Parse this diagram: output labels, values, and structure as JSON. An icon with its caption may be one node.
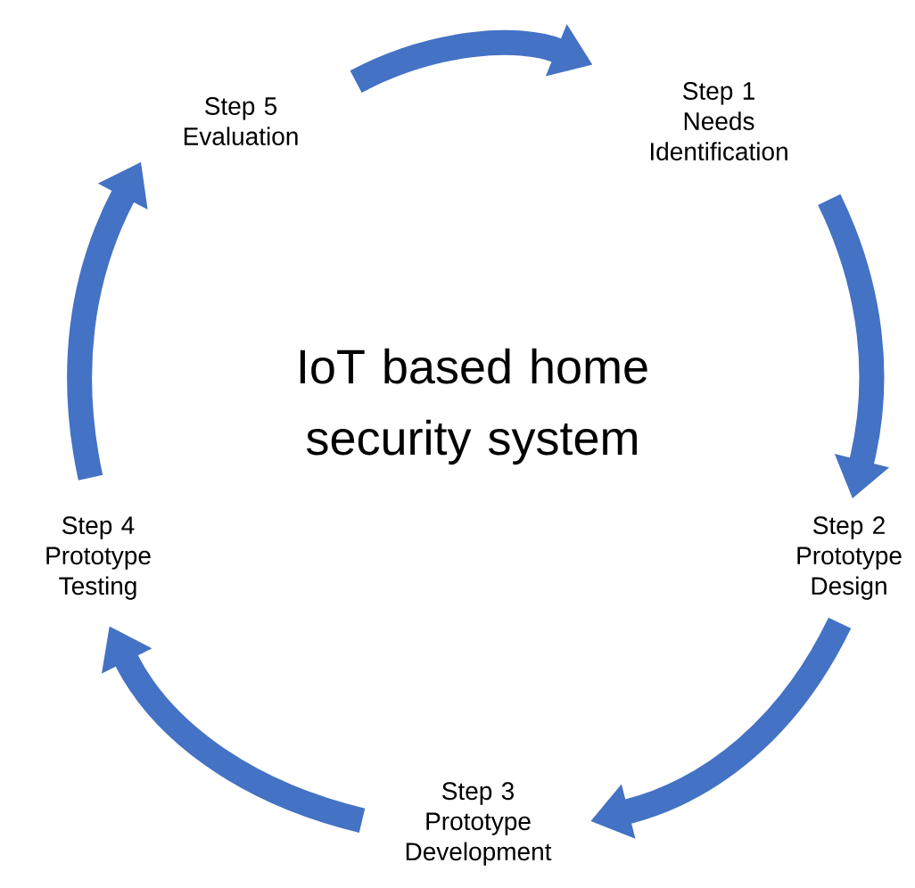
{
  "diagram": {
    "title": "IoT based home security system",
    "nodes": [
      {
        "text": [
          "Step 1",
          "Needs Identification"
        ]
      },
      {
        "text": [
          "Step 2",
          "Prototype Design"
        ]
      },
      {
        "text": [
          "Step 3",
          "Prototype Development"
        ]
      },
      {
        "text": [
          "Step 4",
          "Prototype Testing"
        ]
      },
      {
        "text": [
          "Step 5",
          "Evaluation"
        ]
      }
    ],
    "edges": [
      {
        "from": 4,
        "to": 0,
        "arrow": "to"
      },
      {
        "from": 0,
        "to": 1,
        "arrow": "to"
      },
      {
        "from": 1,
        "to": 2,
        "arrow": "to"
      },
      {
        "from": 2,
        "to": 3,
        "arrow": "to"
      },
      {
        "from": 3,
        "to": 4,
        "arrow": "to"
      }
    ]
  }
}
